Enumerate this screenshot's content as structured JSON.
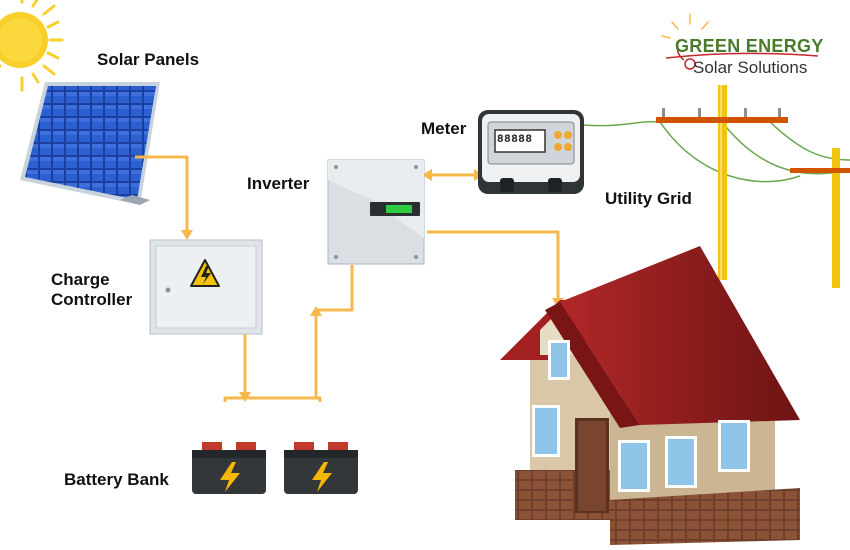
{
  "brand": {
    "line1": "GREEN ENERGY",
    "line2": "Solar Solutions",
    "color_green": "#4a7a2c",
    "color_dark": "#333333",
    "color_red": "#c4272d"
  },
  "labels": {
    "solar_panels": "Solar Panels",
    "charge_controller_line1": "Charge",
    "charge_controller_line2": "Controller",
    "inverter": "Inverter",
    "meter": "Meter",
    "meter_display": "88888",
    "utility_grid": "Utility Grid",
    "battery_bank": "Battery Bank"
  },
  "colors": {
    "flow_line": "#f6b84a",
    "sun": "#f9d02b",
    "panel_blue": "#1e48b0",
    "roof_red": "#9b1f1f",
    "pole_yellow": "#f1c40f",
    "grid_wire": "#6aa84f"
  },
  "icons": {
    "sun": "sun-icon",
    "warning": "high-voltage-warning-icon",
    "battery_bolt": "lightning-bolt-icon",
    "brand_bulb": "light-bulb-icon"
  }
}
